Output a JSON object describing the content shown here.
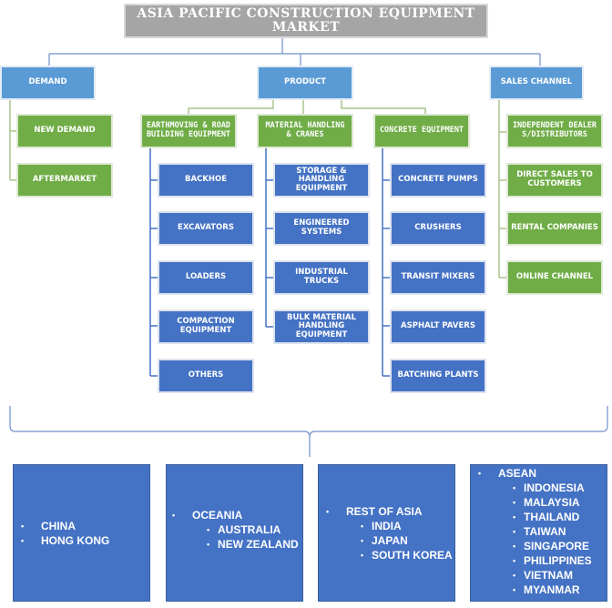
{
  "title": "ASIA PACIFIC CONSTRUCTION EQUIPMENT MARKET",
  "segments": {
    "demand": {
      "label": "DEMAND",
      "items": [
        "NEW DEMAND",
        "AFTERMARKET"
      ]
    },
    "product": {
      "label": "PRODUCT",
      "categories": [
        {
          "label": "EARTHMOVING & ROAD BUILDING EQUIPMENT",
          "items": [
            "BACKHOE",
            "EXCAVATORS",
            "LOADERS",
            "COMPACTION EQUIPMENT",
            "OTHERS"
          ]
        },
        {
          "label": "MATERIAL HANDLING & CRANES",
          "items": [
            "STORAGE & HANDLING EQUIPMENT",
            "ENGINEERED SYSTEMS",
            "INDUSTRIAL TRUCKS",
            "BULK MATERIAL HANDLING EQUIPMENT"
          ]
        },
        {
          "label": "CONCRETE EQUIPMENT",
          "items": [
            "CONCRETE PUMPS",
            "CRUSHERS",
            "TRANSIT MIXERS",
            "ASPHALT PAVERS",
            "BATCHING PLANTS"
          ]
        }
      ]
    },
    "sales_channel": {
      "label": "SALES CHANNEL",
      "items": [
        "INDEPENDENT DEALERS/DISTRIBUTORS",
        "DIRECT SALES TO CUSTOMERS",
        "RENTAL COMPANIES",
        "ONLINE CHANNEL"
      ]
    }
  },
  "regions": [
    {
      "items": [
        {
          "label": "CHINA",
          "sub": []
        },
        {
          "label": "HONG KONG",
          "sub": []
        }
      ]
    },
    {
      "items": [
        {
          "label": "OCEANIA",
          "sub": [
            "AUSTRALIA",
            "NEW ZEALAND"
          ]
        }
      ]
    },
    {
      "items": [
        {
          "label": "REST OF ASIA",
          "sub": [
            "INDIA",
            "JAPAN",
            "SOUTH KOREA"
          ]
        }
      ]
    },
    {
      "items": [
        {
          "label": "ASEAN",
          "sub": [
            "INDONESIA",
            "MALAYSIA",
            "THAILAND",
            "TAIWAN",
            "SINGAPORE",
            "PHILIPPINES",
            "VIETNAM",
            "MYANMAR"
          ]
        }
      ]
    }
  ],
  "colors": {
    "title_bg": "#a5a5a5",
    "level1_bg": "#5b9bd5",
    "green_bg": "#70ad47",
    "blue_bg": "#4472c4",
    "connector_blue": "#4472c4",
    "connector_green": "#a9c48f"
  }
}
